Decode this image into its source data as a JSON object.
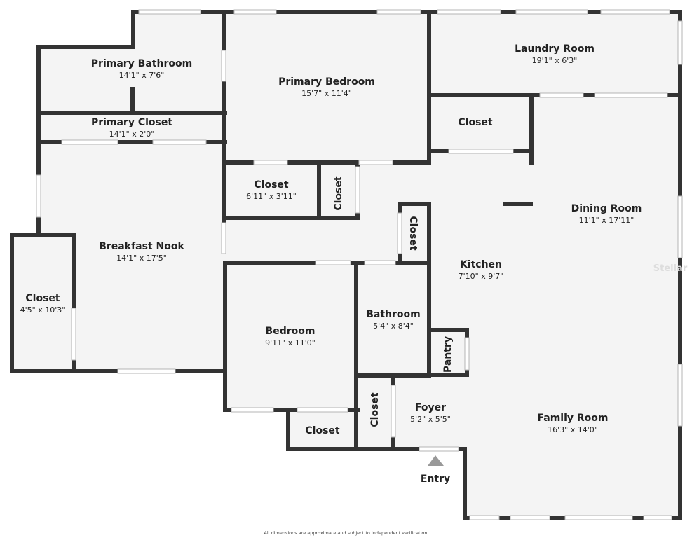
{
  "rooms": {
    "primary_bathroom": {
      "name": "Primary Bathroom",
      "dim": "14'1\" x 7'6\""
    },
    "primary_bedroom": {
      "name": "Primary Bedroom",
      "dim": "15'7\" x 11'4\""
    },
    "laundry_room": {
      "name": "Laundry Room",
      "dim": "19'1\" x 6'3\""
    },
    "primary_closet": {
      "name": "Primary Closet",
      "dim": "14'1\" x 2'0\""
    },
    "closet_upper_right": {
      "name": "Closet"
    },
    "closet_center": {
      "name": "Closet",
      "dim": "6'11\" x 3'11\""
    },
    "closet_small_vertical": {
      "name": "Closet"
    },
    "closet_hall_vertical": {
      "name": "Closet"
    },
    "breakfast_nook": {
      "name": "Breakfast Nook",
      "dim": "14'1\" x 17'5\""
    },
    "dining_room": {
      "name": "Dining Room",
      "dim": "11'1\" x 17'11\""
    },
    "kitchen": {
      "name": "Kitchen",
      "dim": "7'10\" x 9'7\""
    },
    "closet_left": {
      "name": "Closet",
      "dim": "4'5\" x 10'3\""
    },
    "bathroom": {
      "name": "Bathroom",
      "dim": "5'4\" x 8'4\""
    },
    "bedroom": {
      "name": "Bedroom",
      "dim": "9'11\" x 11'0\""
    },
    "pantry": {
      "name": "Pantry"
    },
    "foyer": {
      "name": "Foyer",
      "dim": "5'2\" x 5'5\""
    },
    "closet_foyer": {
      "name": "Closet"
    },
    "family_room": {
      "name": "Family Room",
      "dim": "16'3\" x 14'0\""
    },
    "closet_bedroom": {
      "name": "Closet"
    }
  },
  "entry": {
    "label": "Entry"
  },
  "watermark": "Stellar",
  "disclaimer": "All dimensions are approximate and subject to independent verification",
  "colors": {
    "wall": "#333333",
    "floor": "#f4f4f4",
    "window": "#ffffff",
    "entry_arrow": "#999999"
  }
}
